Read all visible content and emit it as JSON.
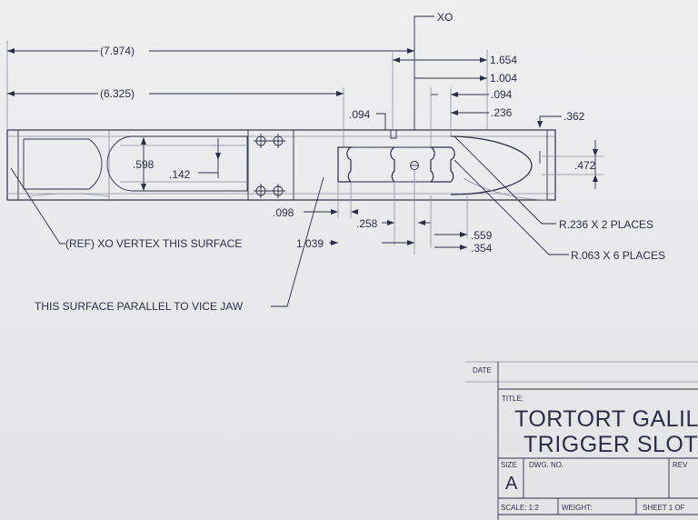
{
  "origin_label": "XO",
  "dimensions": {
    "d_7974": "(7.974)",
    "d_6325": "(6.325)",
    "d_1654": "1.654",
    "d_1004": "1.004",
    "d_094_top": ".094",
    "d_236": ".236",
    "d_094_left": ".094",
    "d_362": ".362",
    "d_598": ".598",
    "d_142": ".142",
    "d_472": ".472",
    "d_098": ".098",
    "d_258": ".258",
    "d_1039": "1.039",
    "d_559": ".559",
    "d_354": ".354"
  },
  "notes": {
    "ref_xo": "(REF) XO VERTEX THIS SURFACE",
    "parallel": "THIS SURFACE PARALLEL TO VICE JAW",
    "radius_236": "R.236 X 2 PLACES",
    "radius_063": "R.063 X 6 PLACES"
  },
  "title_block": {
    "date_label": "DATE",
    "title_label": "TITLE:",
    "title_line1": "TORTORT GALIL",
    "title_line2": "TRIGGER SLOT",
    "size_label": "SIZE",
    "size_value": "A",
    "dwg_label": "DWG.  NO.",
    "rev_label": "REV",
    "scale_label": "SCALE: 1:2",
    "weight_label": "WEIGHT:",
    "sheet_label": "SHEET 1 OF"
  }
}
